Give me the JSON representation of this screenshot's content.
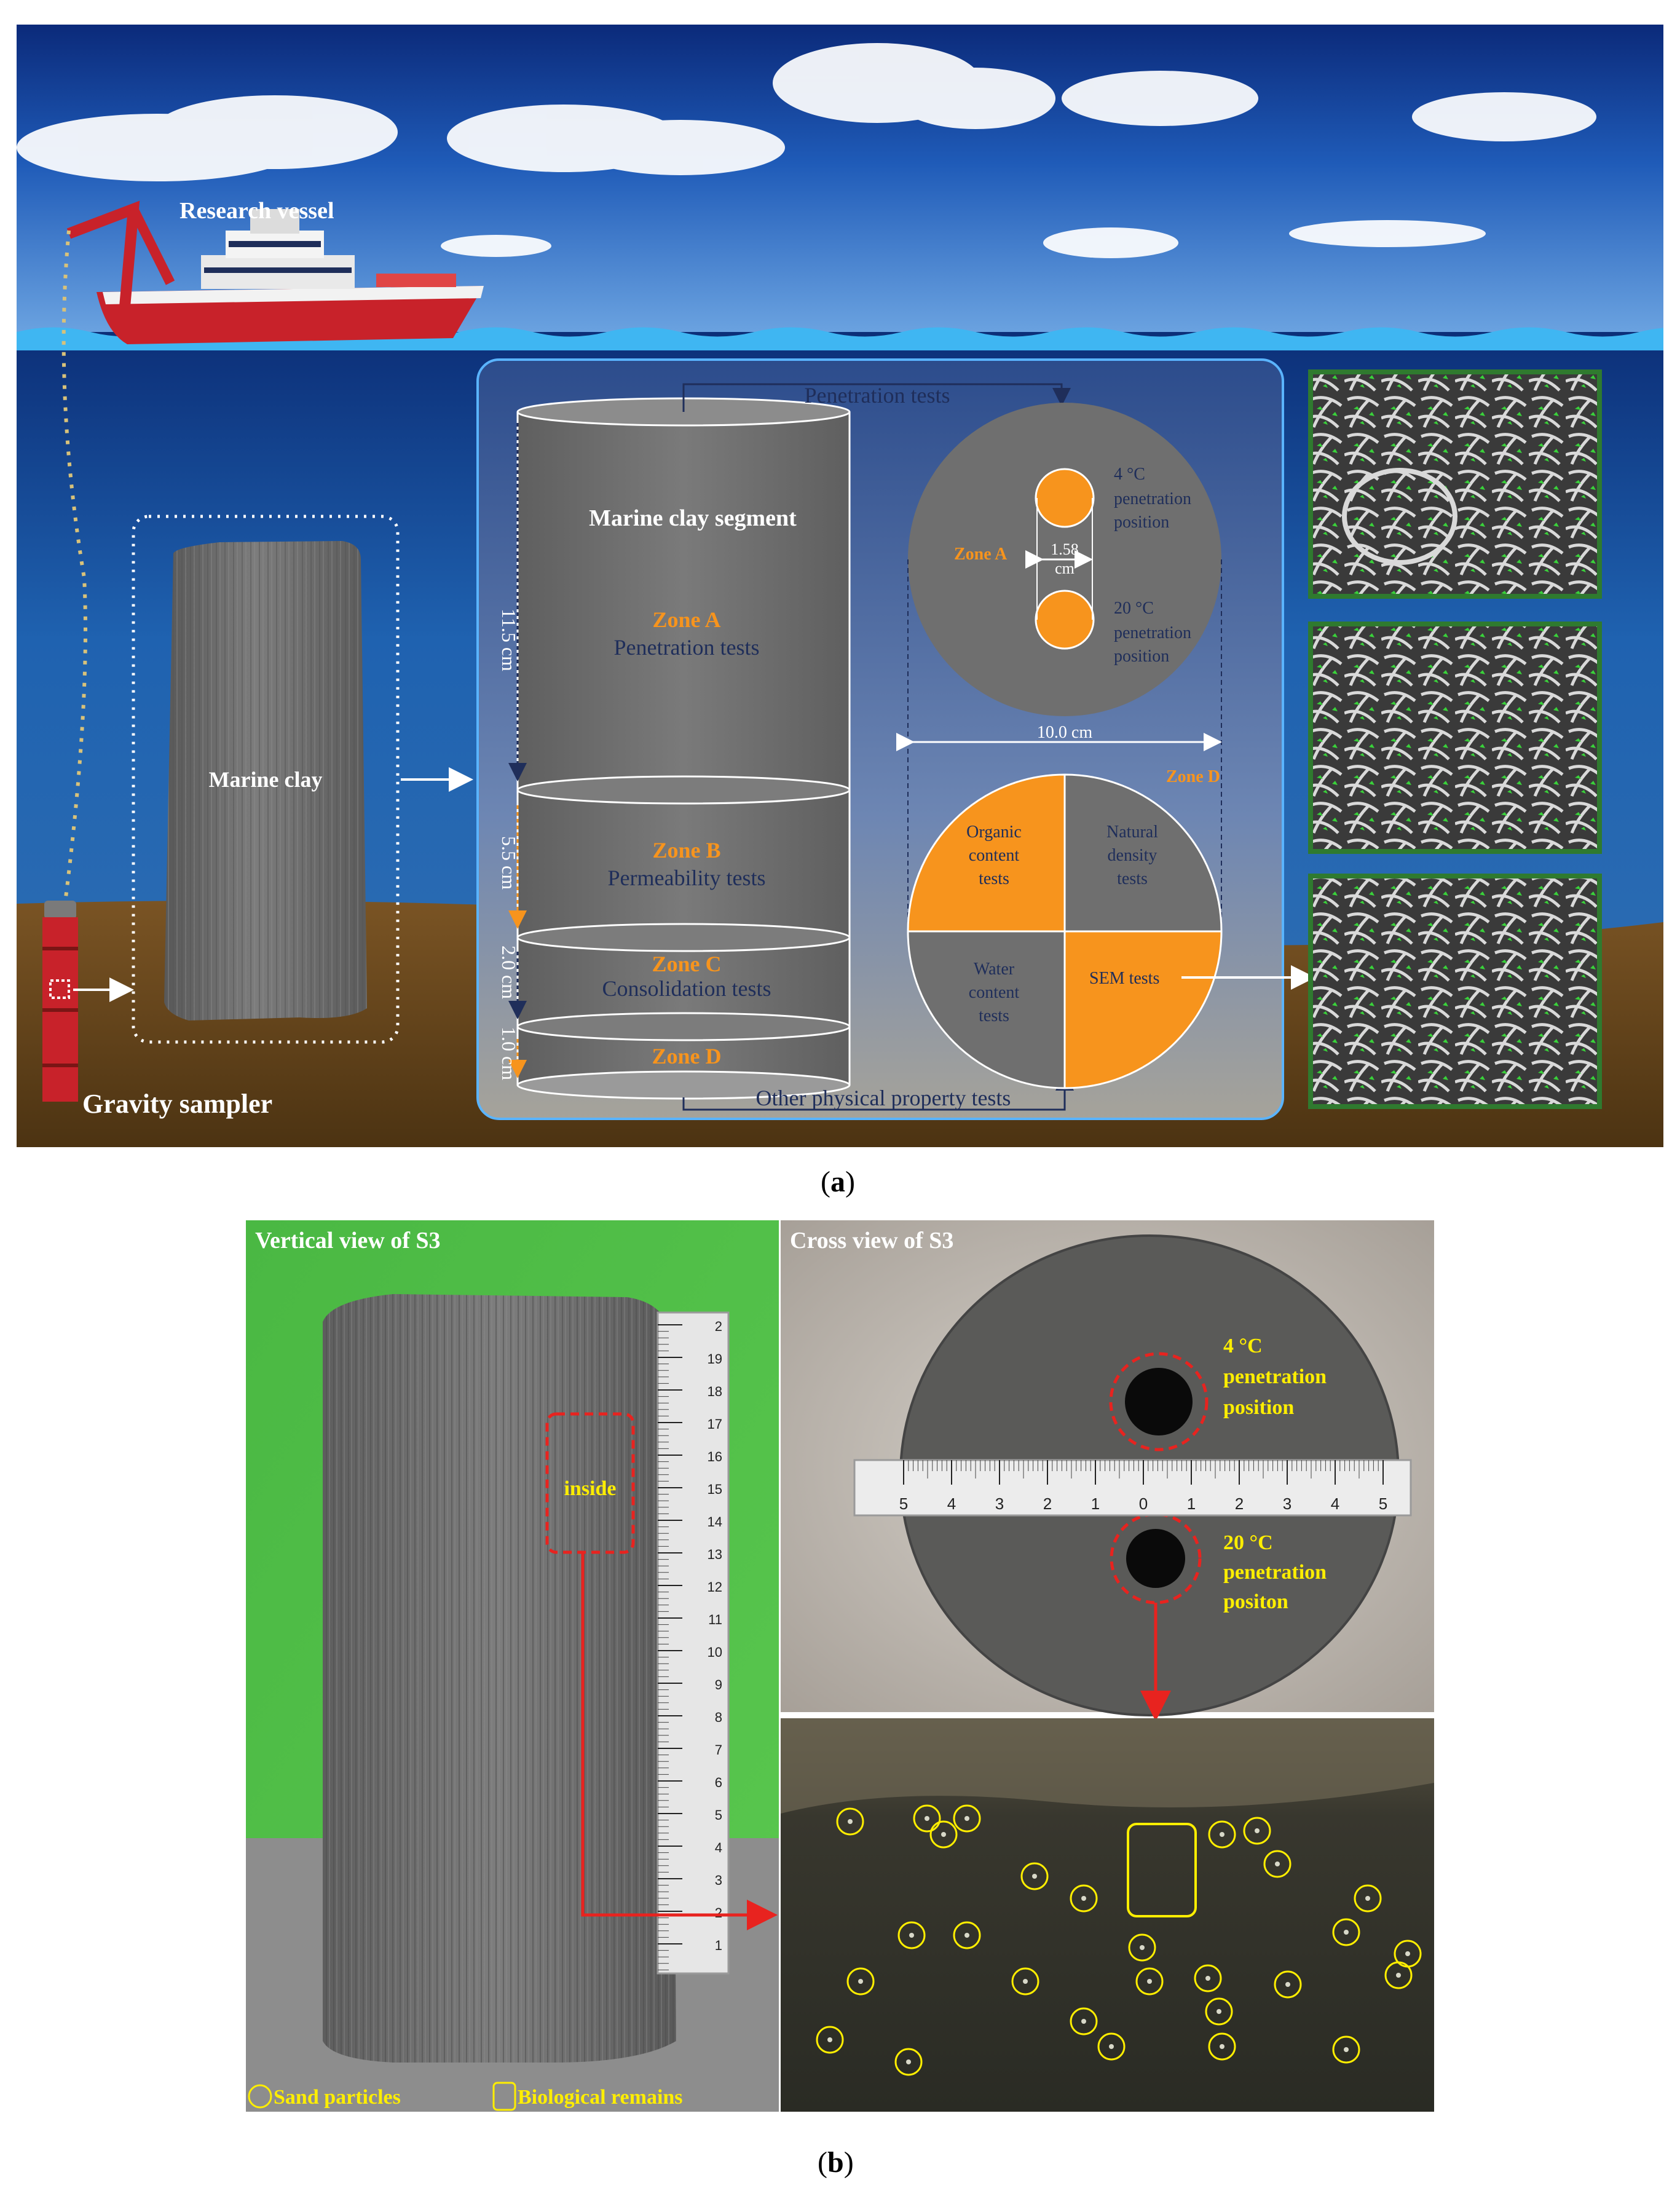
{
  "panel_a": {
    "caption": "a",
    "vessel_label": "Research vessel",
    "sampler_label": "Gravity sampler",
    "clay_label": "Marine clay",
    "segment_title": "Marine clay segment",
    "top_arrow_label": "Penetration  tests",
    "bottom_arrow_label": "Other physical property tests",
    "zones": [
      {
        "name": "Zone A",
        "test": "Penetration  tests",
        "length": "11.5 cm"
      },
      {
        "name": "Zone B",
        "test": "Permeability tests",
        "length": "5.5 cm"
      },
      {
        "name": "Zone C",
        "test": "Consolidation tests",
        "length": "2.0 cm"
      },
      {
        "name": "Zone D",
        "test": "",
        "length": "1.0 cm"
      }
    ],
    "zone_a_circle": {
      "label": "Zone A",
      "pos_4c_line1": "4  °C",
      "pos_4c_line2": "penetration",
      "pos_4c_line3": "position",
      "spacing_line1": "1.58",
      "spacing_line2": "cm",
      "pos_20c_line1": "20  °C",
      "pos_20c_line2": "penetration",
      "pos_20c_line3": "position"
    },
    "diameter_label": "10.0 cm",
    "zone_d_circle": {
      "label": "Zone D",
      "q1": [
        "Organic",
        "content",
        "tests"
      ],
      "q2": [
        "Natural",
        "density",
        "tests"
      ],
      "q3": [
        "Water",
        "content",
        "tests"
      ],
      "q4": [
        "SEM tests"
      ]
    },
    "colors": {
      "orange": "#f7941d",
      "navy": "#1f2e5a",
      "clay_gray": "#6f6f6f",
      "sea_top": "#1c3f8e",
      "seabed": "#6e4a22",
      "sem_green": "#39d23a"
    }
  },
  "panel_b": {
    "caption": "b",
    "vertical_view_label": "Vertical view of S3",
    "cross_view_label": "Cross view of S3",
    "inside_label": "inside",
    "pos_4c": [
      "4  °C",
      "penetration",
      "position"
    ],
    "pos_20c": [
      "20  °C",
      "penetration",
      "positon"
    ],
    "ruler_vertical_ticks": [
      "2",
      "19",
      "18",
      "17",
      "16",
      "15",
      "14",
      "13",
      "12",
      "11",
      "10",
      "9",
      "8",
      "7",
      "6",
      "5",
      "4",
      "3",
      "2",
      "1"
    ],
    "ruler_horizontal_ticks": [
      "5",
      "4",
      "3",
      "2",
      "1",
      "0",
      "1",
      "2",
      "3",
      "4",
      "5"
    ],
    "legend_sand": "Sand particles",
    "legend_bio": "Biological remains",
    "colors": {
      "green_screen": "#4fbf46",
      "yellow": "#ffee00",
      "red": "#e8231f"
    }
  }
}
